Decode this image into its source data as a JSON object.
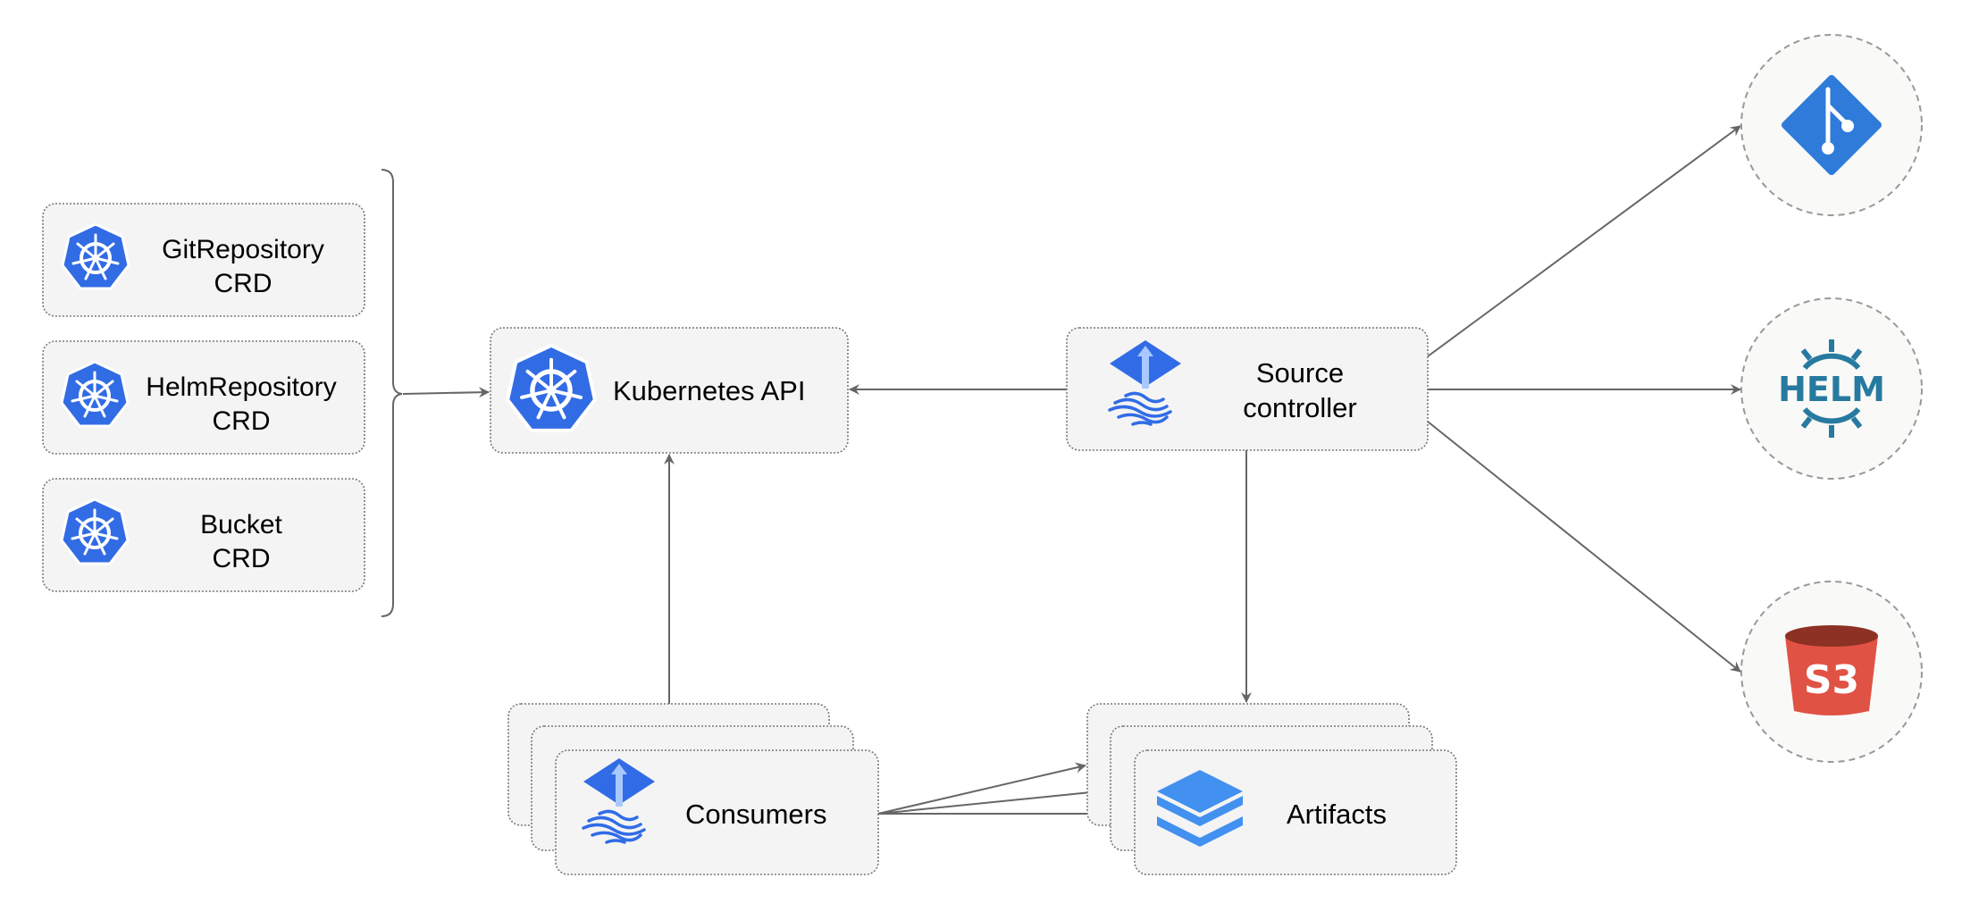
{
  "crds": [
    {
      "line1": "GitRepository",
      "line2": "CRD"
    },
    {
      "line1": "HelmRepository",
      "line2": "CRD"
    },
    {
      "line1": "Bucket",
      "line2": "CRD"
    }
  ],
  "kubernetes_api": {
    "label": "Kubernetes API"
  },
  "source_controller": {
    "line1": "Source",
    "line2": "controller"
  },
  "consumers": {
    "label": "Consumers"
  },
  "artifacts": {
    "label": "Artifacts"
  },
  "sources": {
    "git": {
      "icon": "git-icon"
    },
    "helm": {
      "icon": "helm-icon",
      "logo_text": "HELM"
    },
    "s3": {
      "icon": "s3-bucket-icon",
      "logo_text": "S3"
    }
  },
  "colors": {
    "k8s_blue": "#326ce5",
    "git_blue": "#2f7bd9",
    "helm_blue": "#277a9f",
    "s3_red": "#e05243",
    "s3_dark": "#8c3123",
    "flux_blue": "#316ce6",
    "artifact_blue": "#4290f0"
  }
}
